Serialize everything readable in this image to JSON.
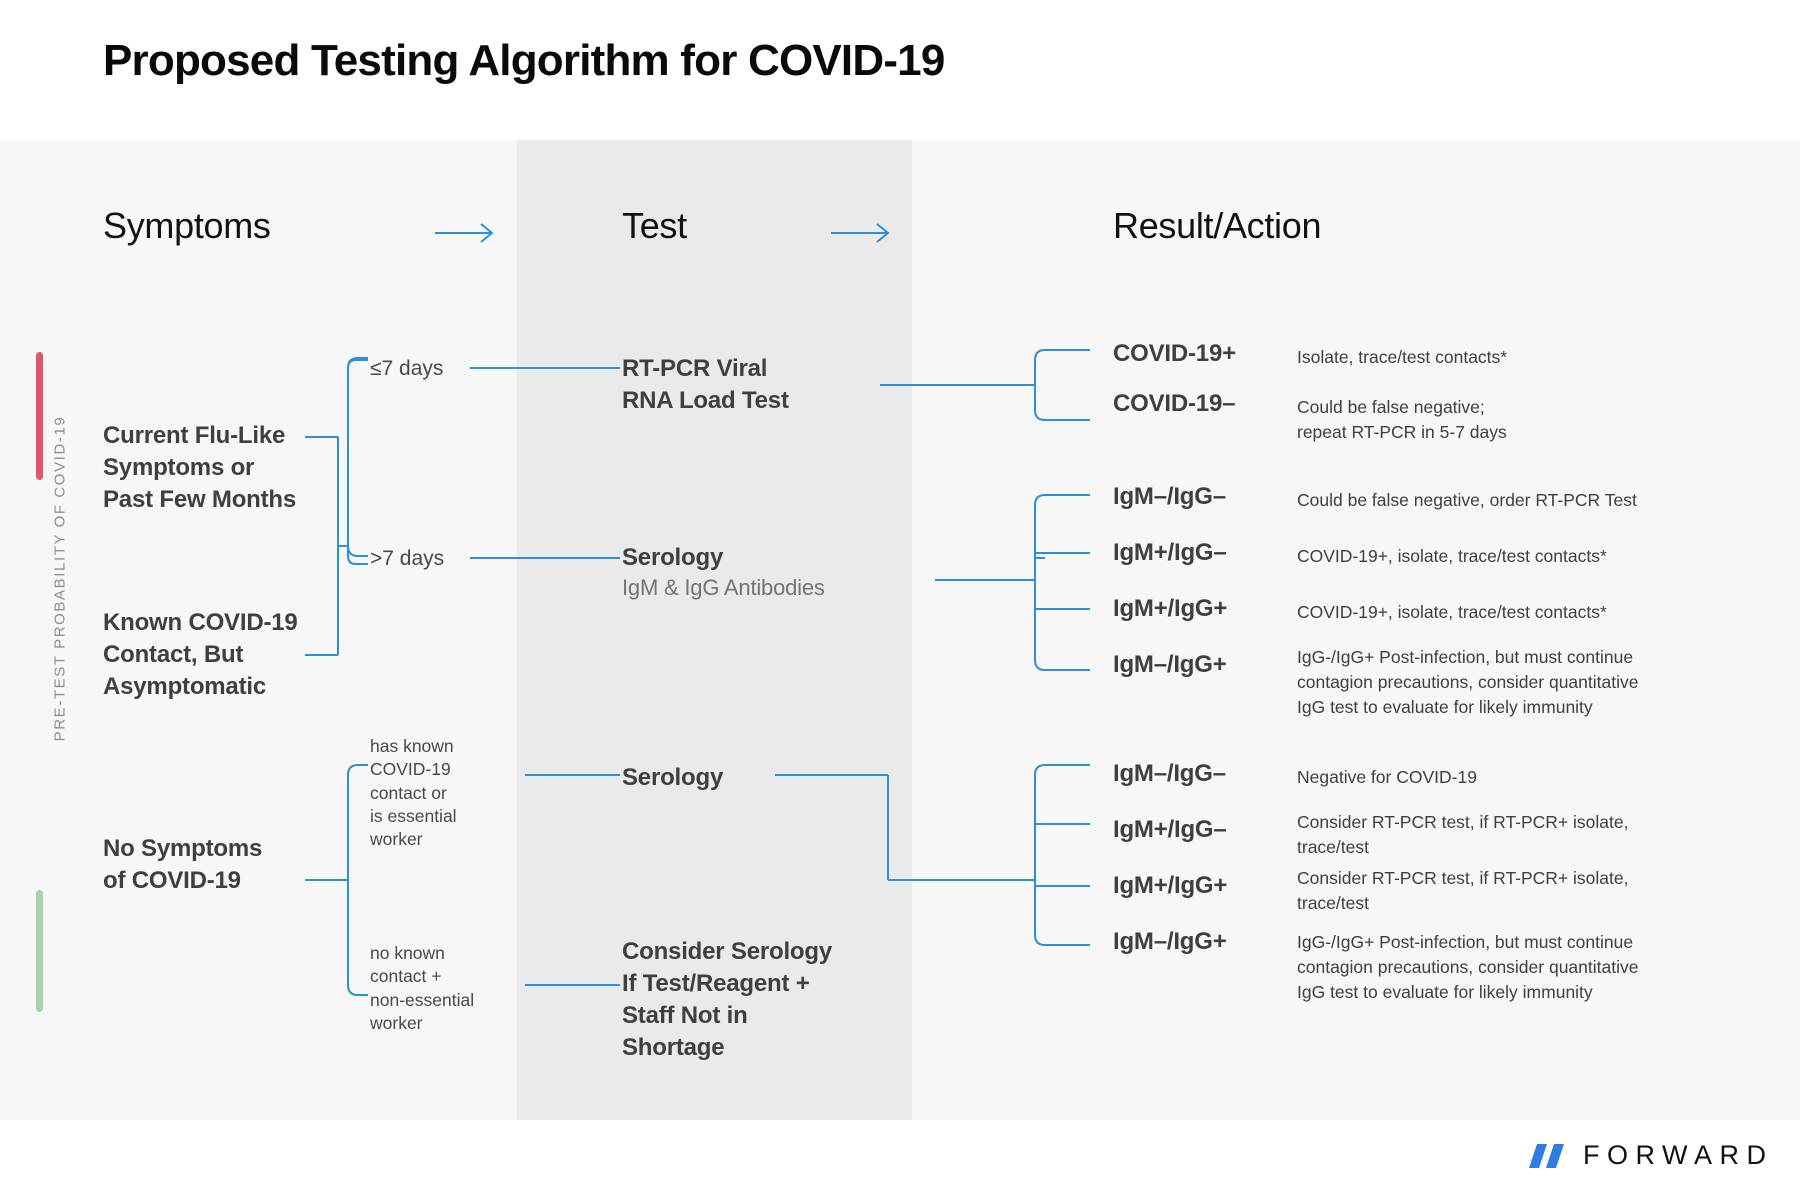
{
  "title": "Proposed Testing Algorithm for COVID-19",
  "axis": {
    "label": "PRE-TEST PROBABILITY OF COVID-19",
    "high_color": "#e2566b",
    "low_color": "#a8d3a8"
  },
  "columns": {
    "symptoms": "Symptoms",
    "test": "Test",
    "result": "Result/Action",
    "arrow_icon": "arrow-right-icon"
  },
  "accent_color": "#2b8fd9",
  "symptoms": [
    {
      "line1": "Current Flu-Like",
      "line2": "Symptoms or",
      "line3": "Past Few Months"
    },
    {
      "line1": "Known COVID-19",
      "line2": "Contact, But",
      "line3": "Asymptomatic"
    },
    {
      "line1": "No Symptoms",
      "line2": "of COVID-19",
      "line3": ""
    }
  ],
  "branch_labels": {
    "le7": "≤7 days",
    "gt7": ">7 days",
    "known_contact": [
      "has known",
      "COVID-19",
      "contact or",
      "is essential",
      "worker"
    ],
    "no_contact": [
      "no known",
      "contact +",
      "non-essential",
      "worker"
    ]
  },
  "tests": [
    {
      "title_line1": "RT-PCR Viral",
      "title_line2": "RNA Load Test",
      "subtitle": ""
    },
    {
      "title_line1": "Serology",
      "title_line2": "",
      "subtitle": "IgM & IgG Antibodies"
    },
    {
      "title_line1": "Serology",
      "title_line2": "",
      "subtitle": ""
    },
    {
      "title_line1": "Consider Serology",
      "title_line2": "If Test/Reagent +",
      "title_line3": "Staff Not in",
      "title_line4": "Shortage",
      "subtitle": ""
    }
  ],
  "results": {
    "rtpcr": [
      {
        "key": "COVID-19+",
        "desc": [
          "Isolate, trace/test contacts*"
        ]
      },
      {
        "key": "COVID-19–",
        "desc": [
          "Could be false negative;",
          "repeat RT-PCR in 5-7 days"
        ]
      }
    ],
    "serology_symptomatic": [
      {
        "key": "IgM–/IgG–",
        "desc": [
          "Could be false negative, order RT-PCR Test"
        ]
      },
      {
        "key": "IgM+/IgG–",
        "desc": [
          "COVID-19+, isolate, trace/test contacts*"
        ]
      },
      {
        "key": "IgM+/IgG+",
        "desc": [
          "COVID-19+, isolate, trace/test contacts*"
        ]
      },
      {
        "key": "IgM–/IgG+",
        "desc": [
          "IgG-/IgG+ Post-infection, but must continue",
          "contagion precautions, consider quantitative",
          "IgG test to evaluate for likely immunity"
        ]
      }
    ],
    "serology_asymptomatic": [
      {
        "key": "IgM–/IgG–",
        "desc": [
          "Negative for COVID-19"
        ]
      },
      {
        "key": "IgM+/IgG–",
        "desc": [
          "Consider RT-PCR test, if RT-PCR+ isolate,",
          "trace/test"
        ]
      },
      {
        "key": "IgM+/IgG+",
        "desc": [
          "Consider RT-PCR test, if RT-PCR+ isolate,",
          "trace/test"
        ]
      },
      {
        "key": "IgM–/IgG+",
        "desc": [
          "IgG-/IgG+ Post-infection, but must continue",
          "contagion precautions, consider quantitative",
          "IgG test to evaluate for likely immunity"
        ]
      }
    ]
  },
  "brand": {
    "name": "FORWARD",
    "mark": "forward-slashes-logo-icon",
    "mark_color": "#2f7de1"
  }
}
